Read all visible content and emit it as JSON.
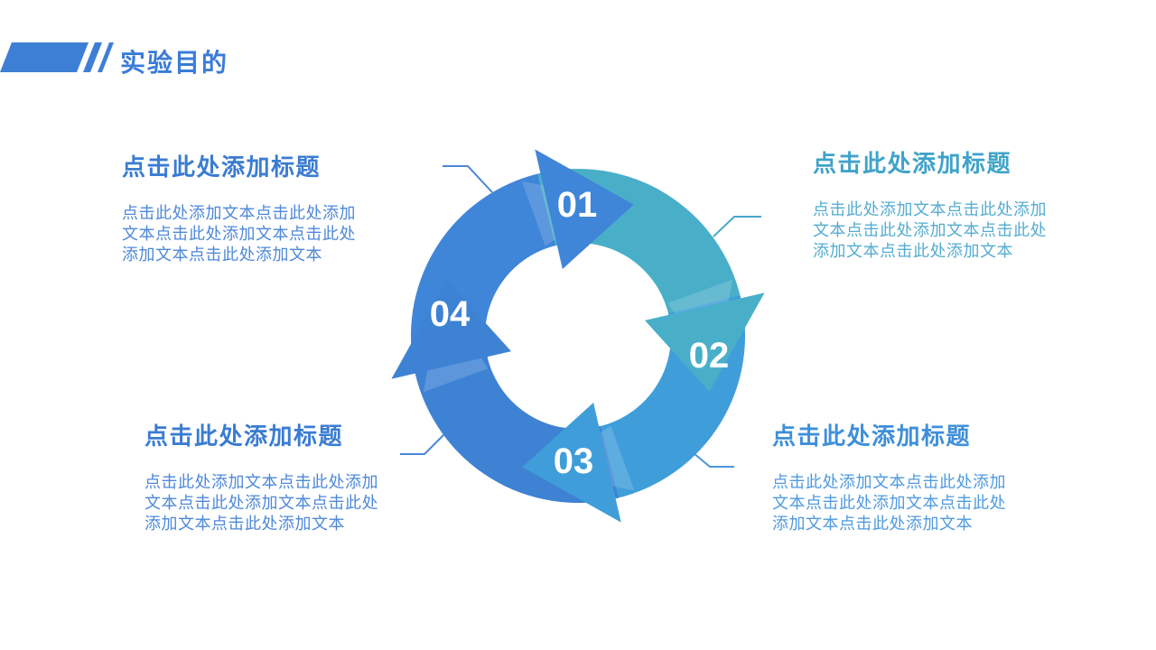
{
  "slide": {
    "title": "实验目的",
    "background_color": "#ffffff",
    "accent_color": "#3E7FD6"
  },
  "diagram": {
    "type": "cycle",
    "direction": "clockwise",
    "steps": [
      {
        "number": "01",
        "color": "#3F85D8"
      },
      {
        "number": "02",
        "color": "#49AFC9"
      },
      {
        "number": "03",
        "color": "#3F9EDA"
      },
      {
        "number": "04",
        "color": "#3E82D4"
      }
    ]
  },
  "callouts": [
    {
      "position": "top-left",
      "step": "01",
      "heading": "点击此处添加标题",
      "body": "点击此处添加文本点击此处添加文本点击此处添加文本点击此处添加文本点击此处添加文本",
      "heading_color": "#3A7CD2",
      "body_color": "#4E88D8",
      "line_color": "#4A86D8"
    },
    {
      "position": "top-right",
      "step": "02",
      "heading": "点击此处添加标题",
      "body": "点击此处添加文本点击此处添加文本点击此处添加文本点击此处添加文本点击此处添加文本",
      "heading_color": "#3FA3C9",
      "body_color": "#55ACD1",
      "line_color": "#49A8CC"
    },
    {
      "position": "bottom-left",
      "step": "04",
      "heading": "点击此处添加标题",
      "body": "点击此处添加文本点击此处添加文本点击此处添加文本点击此处添加文本点击此处添加文本",
      "heading_color": "#3A7CD2",
      "body_color": "#4E88D8",
      "line_color": "#4A86D8"
    },
    {
      "position": "bottom-right",
      "step": "03",
      "heading": "点击此处添加标题",
      "body": "点击此处添加文本点击此处添加文本点击此处添加文本点击此处添加文本点击此处添加文本",
      "heading_color": "#3E8FD9",
      "body_color": "#4F9ADF",
      "line_color": "#4897DA"
    }
  ]
}
